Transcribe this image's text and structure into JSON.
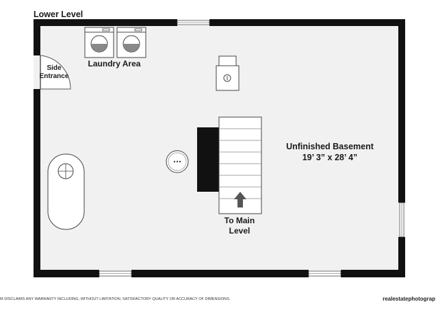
{
  "level_title": "Lower Level",
  "rooms": {
    "laundry": "Laundry Area",
    "side_entrance_line1": "Side",
    "side_entrance_line2": "Entrance",
    "basement_name": "Unfinished Basement",
    "basement_dims": "19’ 3” x 28’ 4”",
    "stairs_line1": "To Main",
    "stairs_line2": "Level"
  },
  "footer": {
    "disclaimer": "M DISCLAIMS ANY WARRANTY INCLUDING, WITHOUT LIMITATION, SATISFACTORY QUALITY OR ACCURACY OF DIMENSIONS.",
    "brand": "realestatephotograp"
  },
  "colors": {
    "wall": "#111111",
    "floor": "#f1f1f1"
  }
}
